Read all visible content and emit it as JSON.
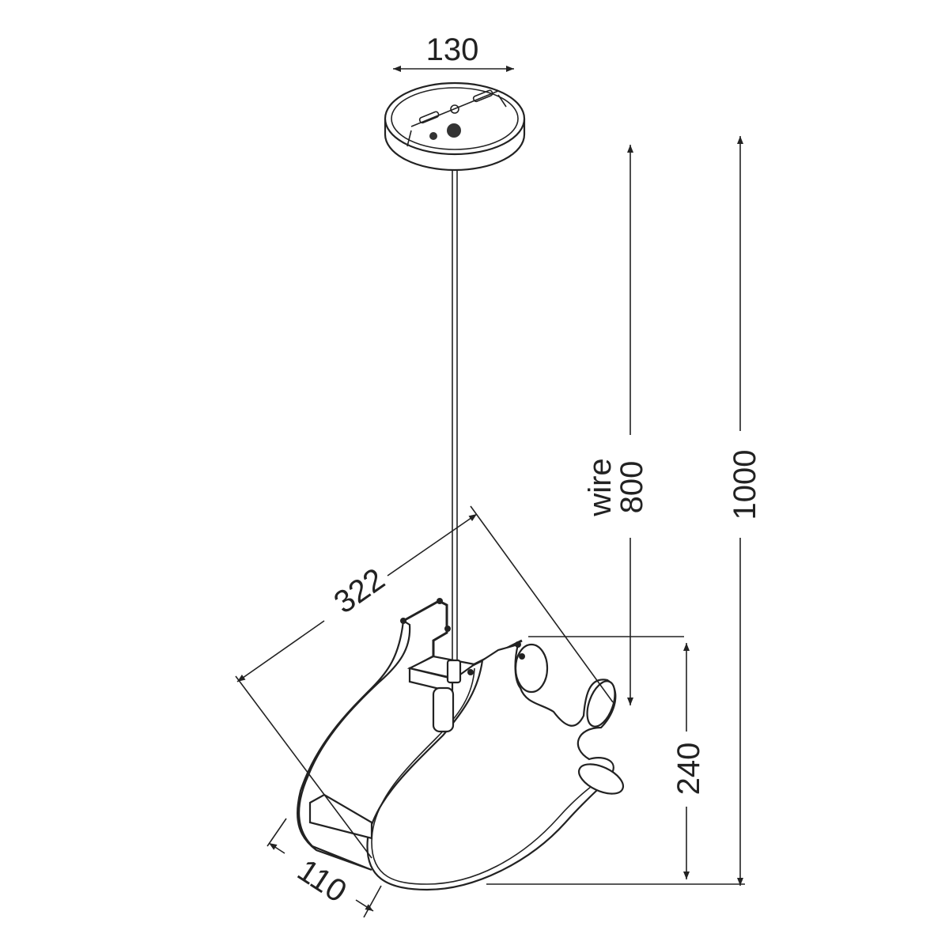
{
  "dimensions": {
    "canopy_diameter": "130",
    "wire_label": "wire",
    "wire_length": "800",
    "total_height": "1000",
    "lamp_length": "322",
    "lamp_height": "240",
    "lamp_width": "110"
  },
  "colors": {
    "line": "#222222",
    "background": "#ffffff"
  }
}
